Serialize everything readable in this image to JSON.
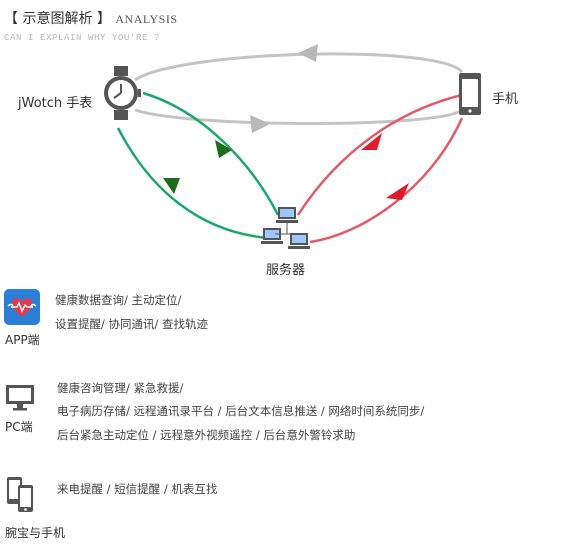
{
  "header": {
    "title_cn": "【 示意图解析 】",
    "title_en": "ANALYSIS",
    "subtitle": "CAN I EXPLAIN WHY YOU'RE ?"
  },
  "diagram": {
    "nodes": {
      "watch": "jWotch 手表",
      "phone": "手机",
      "server": "服务器"
    },
    "colors": {
      "gray_link": "#c4c4c4",
      "green_link": "#1aa86a",
      "green_arrow": "#1e6b1e",
      "red_link": "#e05a6a",
      "red_arrow": "#e01a2a",
      "device_gray": "#555555"
    }
  },
  "sections": [
    {
      "label": "APP端",
      "icon": "app-heart-icon",
      "lines": [
        "健康数据查询/ 主动定位/",
        "设置提醒/ 协同通讯/ 查找轨迹"
      ]
    },
    {
      "label": "PC端",
      "icon": "monitor-icon",
      "lines": [
        "健康咨询管理/ 紧急救援/",
        "电子病历存储/ 远程通讯录平台 / 后台文本信息推送 / 网络时间系统同步/",
        "后台紧急主动定位 / 远程意外视频遥控 / 后台意外警铃求助"
      ]
    },
    {
      "label": "腕宝与手机",
      "icon": "phone-pair-icon",
      "lines": [
        "来电提醒 / 短信提醒 / 机表互找"
      ]
    }
  ]
}
